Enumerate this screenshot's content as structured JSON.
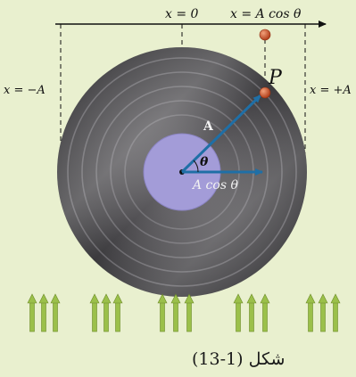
{
  "labels": {
    "x_zero": "x = 0",
    "x_acos": "x = A cos θ",
    "x_minus_a": "x = −A",
    "x_plus_a": "x = +A",
    "point_p": "P",
    "vector_a": "A",
    "angle": "θ",
    "projection": "A cos θ"
  },
  "caption": "شکل (1-13)",
  "colors": {
    "background": "#e9f0cf",
    "disc_dark": "#3b3a3d",
    "disc_light": "#7a787c",
    "label_disc": "#a39cd8",
    "vector": "#1f6fa6",
    "ball": "#c9512a",
    "arrows": "#9bc04a"
  },
  "icons": {
    "ball": "ball-icon",
    "arrow": "up-arrow-icon"
  }
}
